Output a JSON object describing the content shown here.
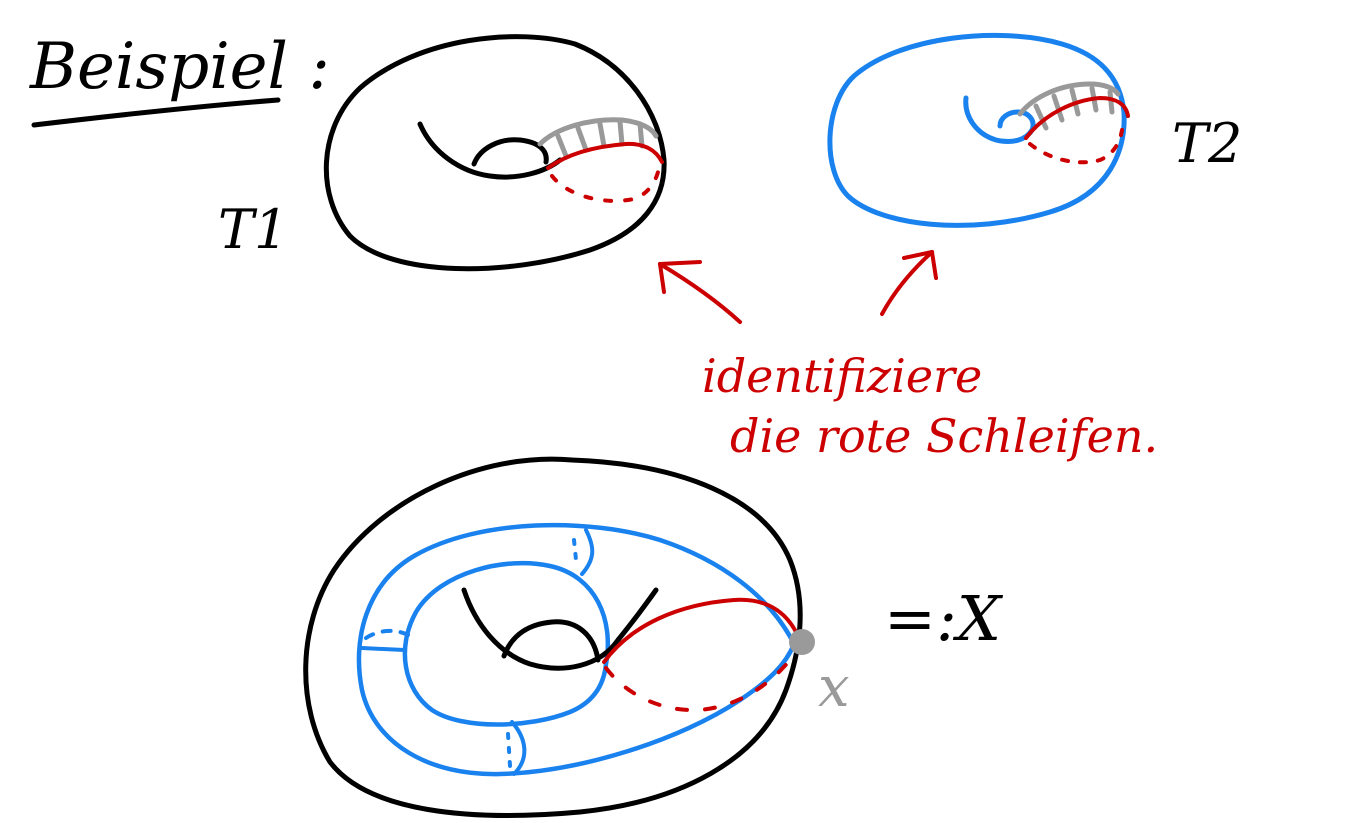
{
  "heading": "Beispiel :",
  "labels": {
    "t1": "T1",
    "t2": "T2",
    "note_line1": "identifiziere",
    "note_line2": "die rote Schleifen.",
    "result": "=:X",
    "point": "x"
  },
  "colors": {
    "ink": "#000000",
    "blue": "#1a82ee",
    "red": "#cc0000",
    "gray": "#9a9a9a"
  }
}
